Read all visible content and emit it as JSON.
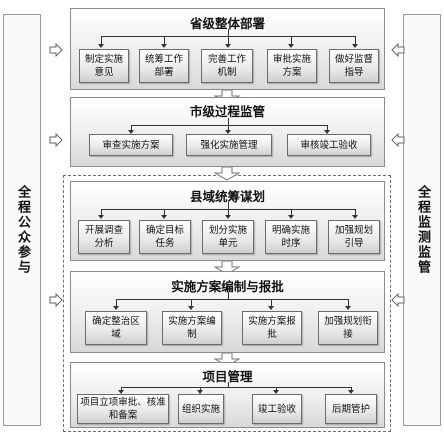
{
  "left_label": "全程公众参与",
  "right_label": "全程监测监管",
  "stages": [
    {
      "title": "省级整体部署",
      "children": [
        "制定实施意见",
        "统筹工作部署",
        "完善工作机制",
        "审批实施方案",
        "做好监督指导"
      ]
    },
    {
      "title": "市级过程监管",
      "children": [
        "审查实施方案",
        "强化实施管理",
        "审核竣工验收"
      ]
    },
    {
      "title": "县域统筹谋划",
      "children": [
        "开展调查分析",
        "确定目标任务",
        "划分实施单元",
        "明确实施时序",
        "加强规划引导"
      ]
    },
    {
      "title": "实施方案编制与报批",
      "children": [
        "确定整治区域",
        "实施方案编制",
        "实施方案报批",
        "加强规划衔接"
      ]
    },
    {
      "title": "项目管理",
      "children": [
        "项目立项审批、核准和备案",
        "组织实施",
        "竣工验收",
        "后期管护"
      ]
    }
  ]
}
